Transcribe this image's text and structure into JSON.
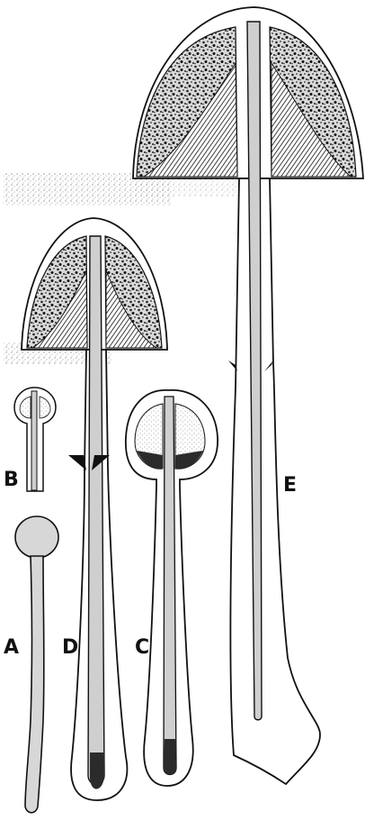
{
  "figure": {
    "panels": [
      {
        "id": "a",
        "label": "A"
      },
      {
        "id": "b",
        "label": "B"
      },
      {
        "id": "c",
        "label": "C"
      },
      {
        "id": "d",
        "label": "D"
      },
      {
        "id": "e",
        "label": "E"
      }
    ]
  },
  "colors": {
    "ink": "#111111",
    "paper": "#ffffff",
    "stipple": "#5a5a5a",
    "gill_dark": "#2b2b2b"
  }
}
